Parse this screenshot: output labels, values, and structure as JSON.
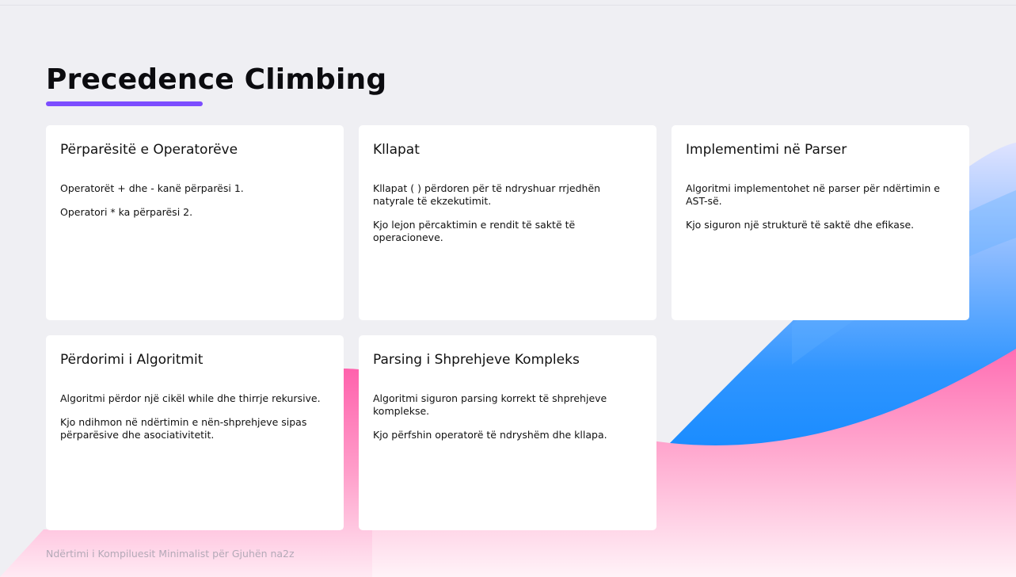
{
  "slide": {
    "title": "Precedence Climbing",
    "footer": "Ndërtimi i Kompiluesit Minimalist për Gjuhën na2z",
    "accent_color": "#7c4dff"
  },
  "cards": [
    {
      "title": "Përparësitë e Operatorëve",
      "paragraphs": [
        "Operatorët + dhe - kanë përparësi 1.",
        "Operatori * ka përparësi 2."
      ]
    },
    {
      "title": "Kllapat",
      "paragraphs": [
        "Kllapat ( ) përdoren për të ndryshuar rrjedhën natyrale të ekzekutimit.",
        "Kjo lejon përcaktimin e rendit të saktë të operacioneve."
      ]
    },
    {
      "title": "Implementimi në Parser",
      "paragraphs": [
        "Algoritmi implementohet në parser për ndërtimin e AST-së.",
        "Kjo siguron një strukturë të saktë dhe efikase."
      ]
    },
    {
      "title": "Përdorimi i Algoritmit",
      "paragraphs": [
        "Algoritmi përdor një cikël while dhe thirrje rekursive.",
        "Kjo ndihmon në ndërtimin e nën-shprehjeve sipas përparësive dhe asociativitetit."
      ]
    },
    {
      "title": "Parsing i Shprehjeve Kompleks",
      "paragraphs": [
        "Algoritmi siguron parsing korrekt të shprehjeve komplekse.",
        "Kjo përfshin operatorë të ndryshëm dhe kllapa."
      ]
    }
  ]
}
